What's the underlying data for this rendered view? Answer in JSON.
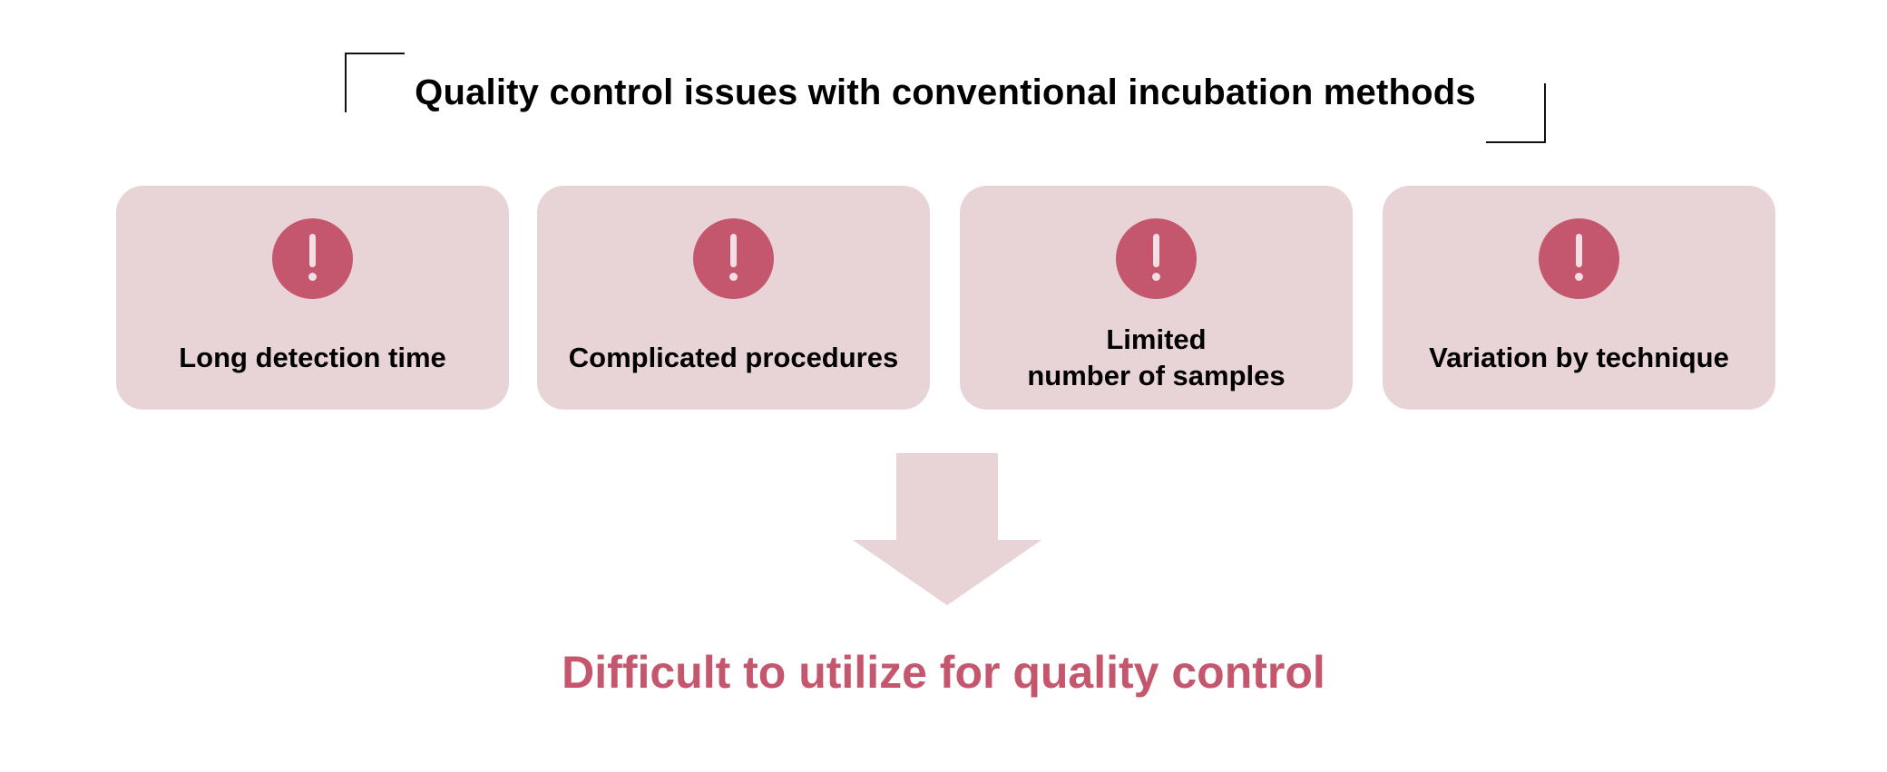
{
  "title": "Quality control issues with conventional incubation methods",
  "issues": [
    {
      "label": "Long detection time",
      "icon": "exclamation-icon"
    },
    {
      "label": "Complicated procedures",
      "icon": "exclamation-icon"
    },
    {
      "label": "Limited\nnumber of samples",
      "icon": "exclamation-icon"
    },
    {
      "label": "Variation by technique",
      "icon": "exclamation-icon"
    }
  ],
  "conclusion": "Difficult to utilize for quality control",
  "colors": {
    "card_background": "#e8d3d6",
    "accent": "#c4566d",
    "arrow": "#e8d3d6",
    "title_text": "#000000"
  }
}
